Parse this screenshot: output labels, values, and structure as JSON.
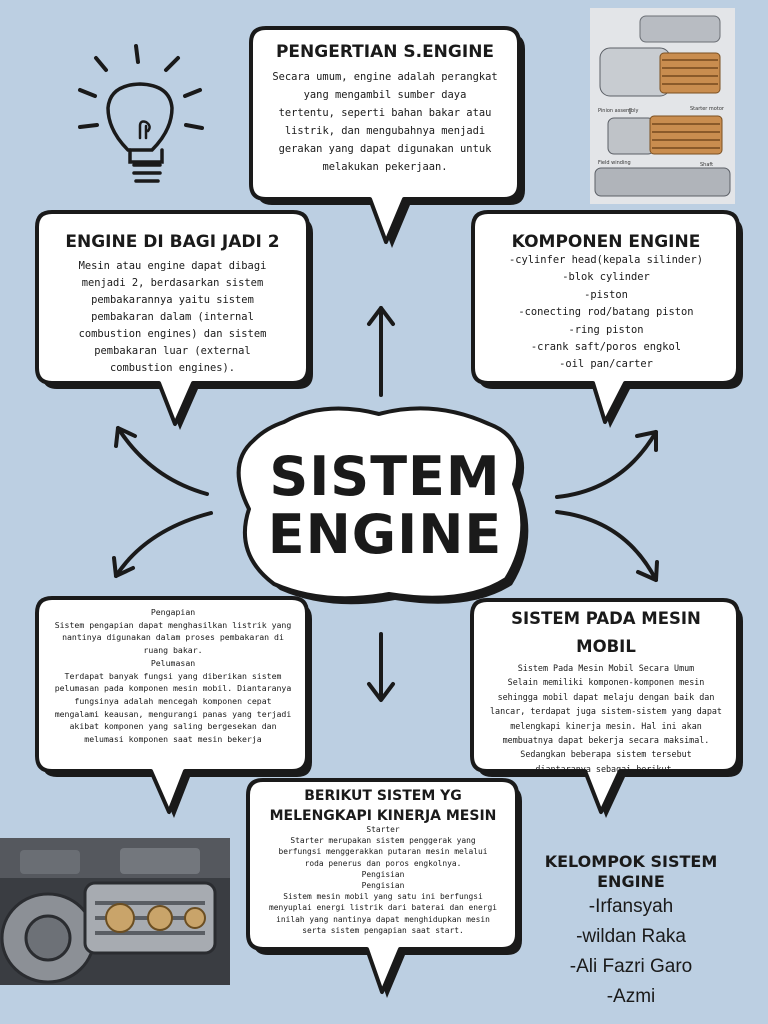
{
  "center": {
    "line1": "SISTEM",
    "line2": "ENGINE"
  },
  "pengertian": {
    "title": "PENGERTIAN S.ENGINE",
    "lines": [
      "Secara umum, engine adalah perangkat",
      "yang mengambil sumber daya",
      "tertentu, seperti bahan bakar atau",
      "listrik, dan mengubahnya menjadi",
      "gerakan yang dapat digunakan untuk",
      "melakukan pekerjaan."
    ]
  },
  "dibagi": {
    "title": "ENGINE DI BAGI JADI 2",
    "lines": [
      "Mesin atau engine dapat dibagi",
      "menjadi 2, berdasarkan sistem",
      "pembakarannya yaitu sistem",
      "pembakaran dalam (internal",
      "combustion engines) dan sistem",
      "pembakaran luar (external",
      "combustion engines)."
    ]
  },
  "komponen": {
    "title": "KOMPONEN ENGINE",
    "items": [
      "-cylinfer head(kepala silinder)",
      "-blok cylinder",
      "-piston",
      "-conecting rod/batang piston",
      "-ring piston",
      "-crank saft/poros engkol",
      "-oil pan/carter"
    ]
  },
  "pengapian": {
    "lines": [
      "Pengapian",
      "Sistem pengapian dapat menghasilkan listrik yang",
      "nantinya digunakan dalam proses pembakaran di",
      "ruang bakar.",
      "Pelumasan",
      "Terdapat banyak fungsi yang diberikan sistem",
      "pelumasan pada komponen mesin mobil. Diantaranya",
      "fungsinya adalah mencegah komponen cepat",
      "mengalami keausan, mengurangi panas yang terjadi",
      "akibat komponen yang saling bergesekan dan",
      "melumasi komponen saat mesin bekerja"
    ]
  },
  "sistem_mobil": {
    "title_line1": "SISTEM PADA MESIN",
    "title_line2": "MOBIL",
    "lines": [
      "Sistem Pada Mesin Mobil Secara Umum",
      "Selain memiliki komponen-komponen mesin",
      "sehingga mobil dapat melaju dengan baik dan",
      "lancar, terdapat juga sistem-sistem yang dapat",
      "melengkapi kinerja mesin. Hal ini akan",
      "membuatnya dapat bekerja secara maksimal.",
      "Sedangkan beberapa sistem tersebut",
      "diantaranya sebagai berikut."
    ]
  },
  "berikut": {
    "title_line1": "BERIKUT SISTEM YG",
    "title_line2": "MELENGKAPI KINERJA MESIN",
    "lines": [
      "Starter",
      "Starter merupakan sistem penggerak yang",
      "berfungsi menggerakkan putaran mesin melalui",
      "roda penerus dan poros engkolnya.",
      "Pengisian",
      "Pengisian",
      "Sistem mesin mobil yang satu ini berfungsi",
      "menyuplai energi listrik dari baterai dan energi",
      "inilah yang nantinya dapat menghidupkan mesin",
      "serta sistem pengapian saat start."
    ]
  },
  "kelompok": {
    "title_line1": "KELOMPOK SISTEM",
    "title_line2": "ENGINE",
    "members": [
      "-Irfansyah",
      "-wildan Raka",
      "-Ali Fazri Garo",
      "-Azmi"
    ]
  },
  "diagram_labels": [
    "Starter motor",
    "Pinion assembly",
    "Field winding",
    "Shaft"
  ],
  "icons": [
    "lightbulb-icon",
    "arrow-icon"
  ],
  "colors": {
    "background": "#bccfe2",
    "bubble": "#ffffff",
    "ink": "#1a1a1a"
  }
}
